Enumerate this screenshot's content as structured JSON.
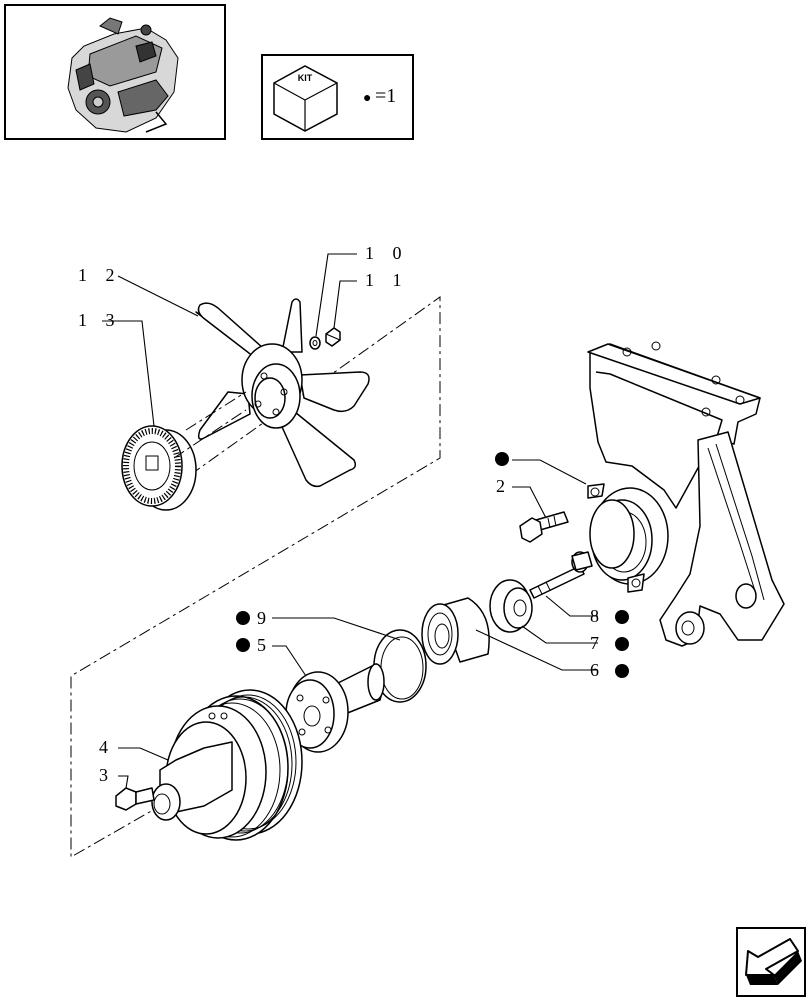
{
  "kit": {
    "badge": "KIT",
    "legend_symbol": "●",
    "legend_text": "=1"
  },
  "callouts": [
    {
      "id": "10",
      "text": "1 0",
      "bullet": false
    },
    {
      "id": "11",
      "text": "1 1",
      "bullet": false
    },
    {
      "id": "12",
      "text": "1 2",
      "bullet": false
    },
    {
      "id": "13",
      "text": "1 3",
      "bullet": false
    },
    {
      "id": "kit-marker",
      "text": "",
      "bullet": true
    },
    {
      "id": "2",
      "text": "2",
      "bullet": false
    },
    {
      "id": "9",
      "text": "9",
      "bullet": true
    },
    {
      "id": "5",
      "text": "5",
      "bullet": true
    },
    {
      "id": "8",
      "text": "8",
      "bullet": true
    },
    {
      "id": "7",
      "text": "7",
      "bullet": true
    },
    {
      "id": "6",
      "text": "6",
      "bullet": true
    },
    {
      "id": "4",
      "text": "4",
      "bullet": false
    },
    {
      "id": "3",
      "text": "3",
      "bullet": false
    }
  ],
  "icons": {
    "engine": "engine-thumbnail-icon",
    "kit": "kit-cube-icon",
    "nav": "next-page-arrow-icon"
  }
}
